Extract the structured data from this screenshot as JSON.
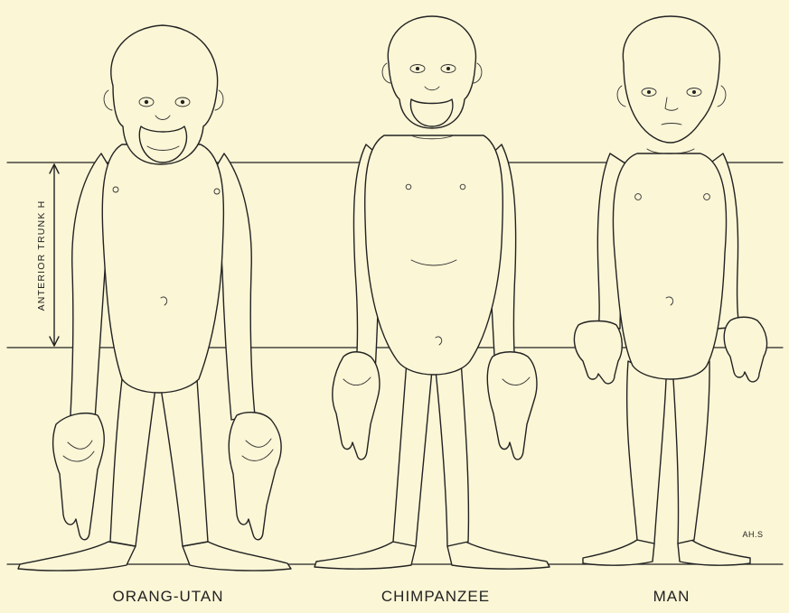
{
  "figures": [
    {
      "id": "orang-utan",
      "label": "ORANG-UTAN"
    },
    {
      "id": "chimpanzee",
      "label": "CHIMPANZEE"
    },
    {
      "id": "man",
      "label": "MAN"
    }
  ],
  "measurement": {
    "label": "ANTERIOR TRUNK H"
  },
  "signature": "AH.S",
  "colors": {
    "background": "#fbf6d6",
    "ink": "#222222"
  }
}
